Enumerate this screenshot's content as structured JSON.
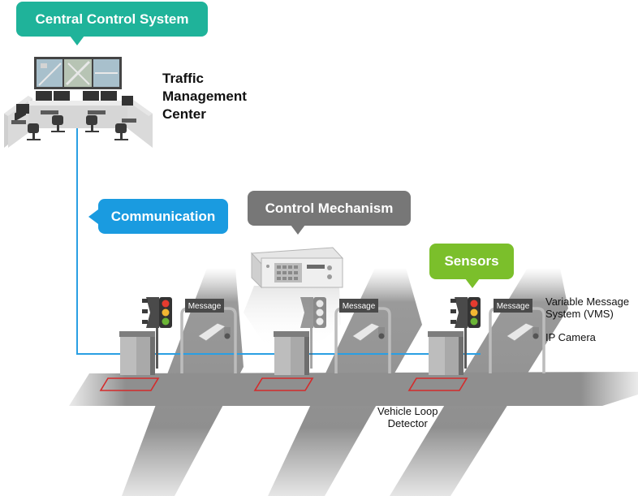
{
  "callouts": {
    "central": "Central Control System",
    "communication": "Communication",
    "control": "Control Mechanism",
    "sensors": "Sensors"
  },
  "labels": {
    "tmc": [
      "Traffic",
      "Management",
      "Center"
    ],
    "vms": [
      "Variable Message",
      "System (VMS)"
    ],
    "camera": "IP Camera",
    "loop": [
      "Vehicle Loop",
      "Detector"
    ]
  },
  "vms_sign": "Message",
  "colors": {
    "central": "#1fb39a",
    "communication": "#1a9be0",
    "control": "#777777",
    "sensors": "#7bbf2b",
    "link": "#2a9fe3",
    "road": "#8e8e8e",
    "loop": "#d42b2b"
  }
}
